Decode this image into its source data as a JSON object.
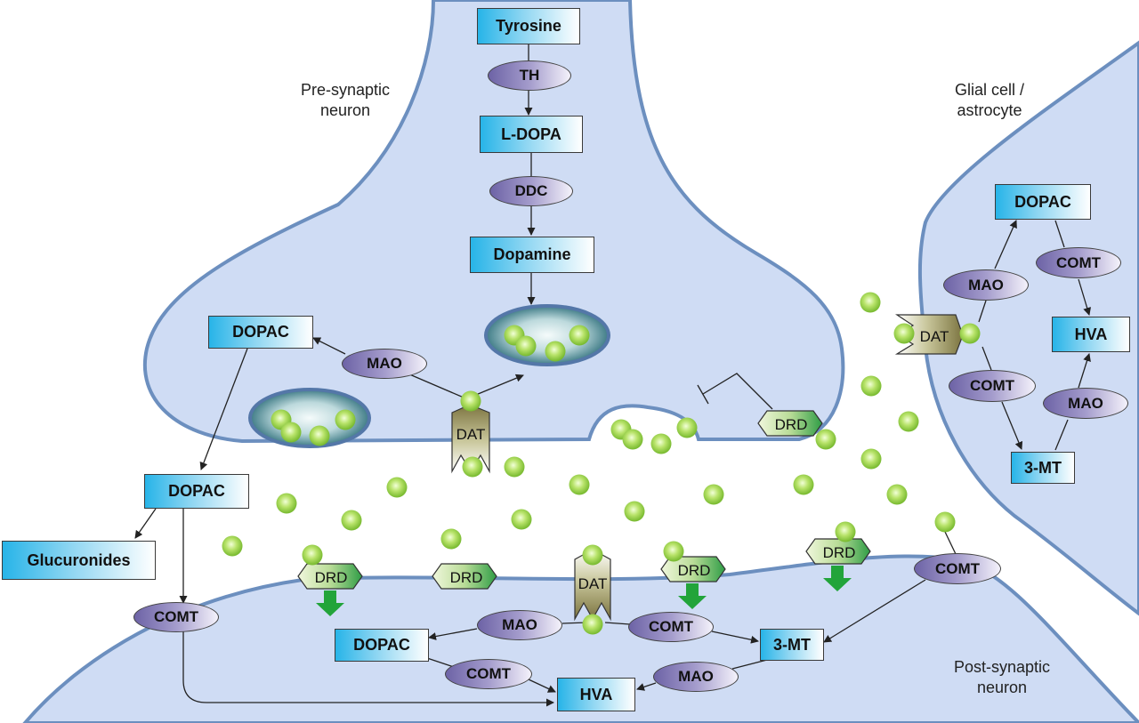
{
  "cells": {
    "presynaptic": "Pre-synaptic\nneuron",
    "glial": "Glial cell /\nastrocyte",
    "postsynaptic": "Post-synaptic\nneuron"
  },
  "metabolites": {
    "tyrosine": "Tyrosine",
    "ldopa": "L-DOPA",
    "dopamine": "Dopamine",
    "dopac_pre": "DOPAC",
    "dopac_mid": "DOPAC",
    "glucuronides": "Glucuronides",
    "dopac_glia": "DOPAC",
    "hva_glia": "HVA",
    "mt_glia": "3-MT",
    "dopac_post": "DOPAC",
    "hva_post": "HVA",
    "mt_post": "3-MT"
  },
  "enzymes": {
    "th": "TH",
    "ddc": "DDC",
    "mao_pre": "MAO",
    "comt_left": "COMT",
    "mao_glia_1": "MAO",
    "comt_glia_1": "COMT",
    "comt_glia_2": "COMT",
    "mao_glia_2": "MAO",
    "comt_right": "COMT",
    "mao_post_1": "MAO",
    "comt_post_1": "COMT",
    "comt_post_2": "COMT",
    "mao_post_2": "MAO"
  },
  "transporters": {
    "dat_pre": "DAT",
    "dat_glia": "DAT",
    "dat_post": "DAT"
  },
  "receptors": {
    "drd_auto": "DRD",
    "drd_post_1": "DRD",
    "drd_post_2": "DRD",
    "drd_post_3": "DRD",
    "drd_post_4": "DRD"
  },
  "colors": {
    "cell_fill": "#cfdcf4",
    "membrane": "#6c8fbf",
    "box_blue": "#27b4e8",
    "enzyme_purple": "#6d63a6",
    "dopamine_green": "#8fcf3e",
    "signal_green": "#22a43a"
  }
}
